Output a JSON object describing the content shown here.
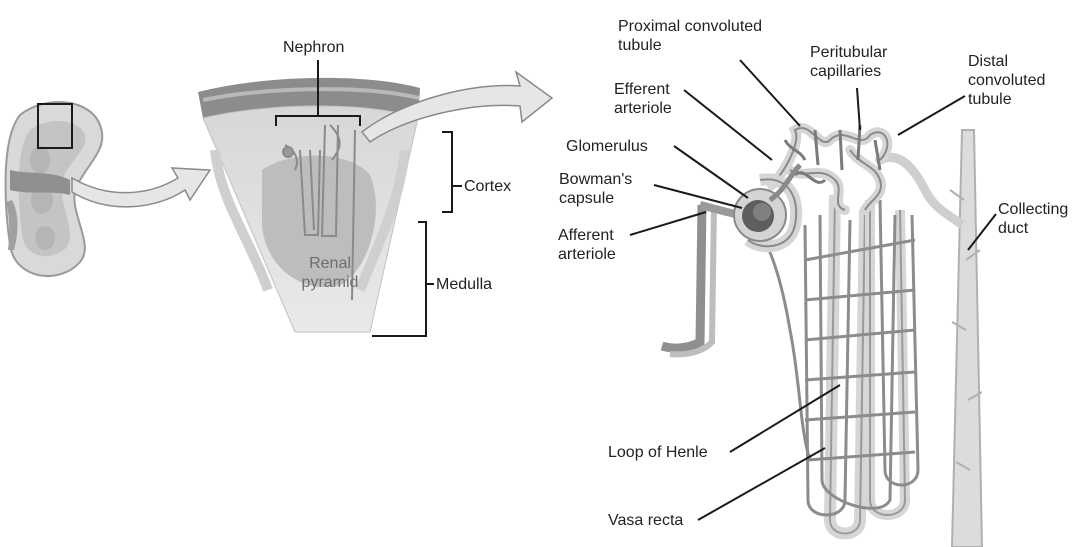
{
  "labels": {
    "nephron": "Nephron",
    "cortex": "Cortex",
    "medulla": "Medulla",
    "renal_pyramid": "Renal\npyramid",
    "proximal_tubule": "Proximal convoluted\ntubule",
    "peritubular": "Peritubular\ncapillaries",
    "distal_tubule": "Distal\nconvoluted\ntubule",
    "efferent": "Efferent\narteriole",
    "glomerulus": "Glomerulus",
    "bowmans": "Bowman's\ncapsule",
    "afferent": "Afferent\narteriole",
    "collecting_duct": "Collecting\nduct",
    "loop_of_henle": "Loop of Henle",
    "vasa_recta": "Vasa recta"
  },
  "colors": {
    "line": "#1a1a1a",
    "tissue_light": "#dcdcdc",
    "tissue_mid": "#a9a9a9",
    "tissue_dark": "#6f6f6f",
    "arrow_fill": "#e6e6e6"
  }
}
